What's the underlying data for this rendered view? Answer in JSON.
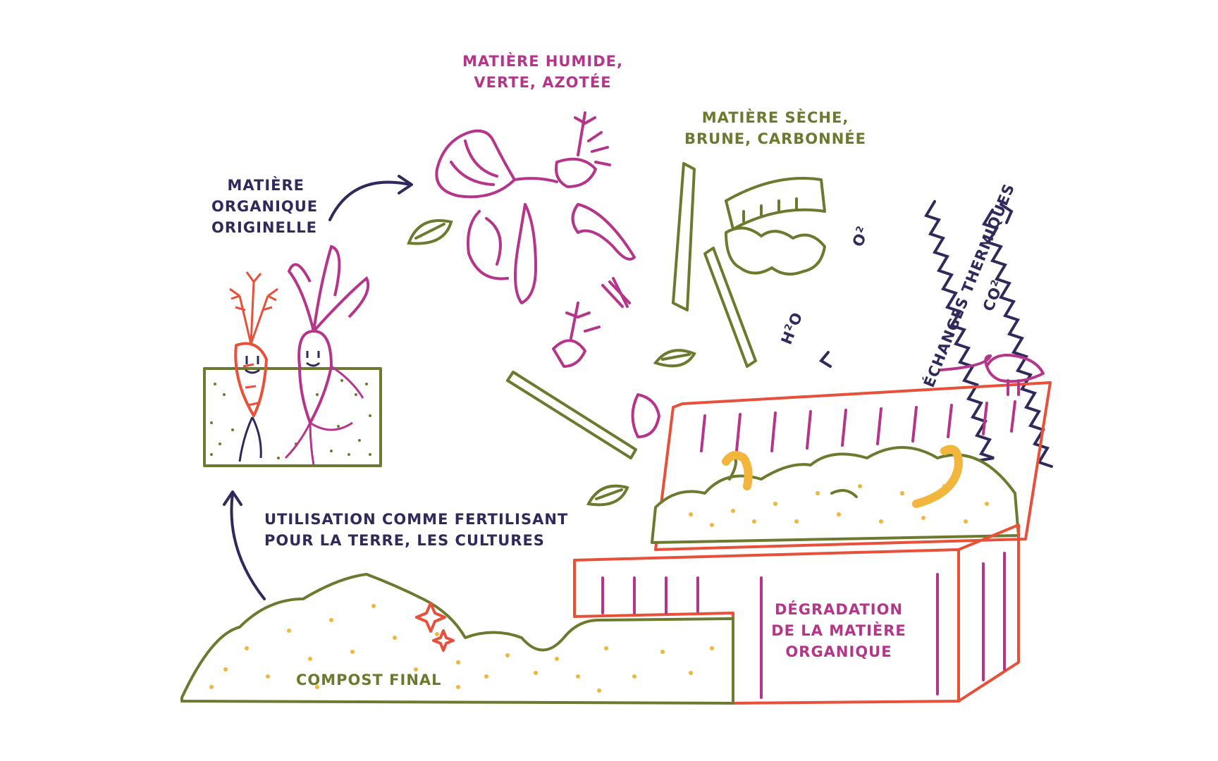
{
  "labels": {
    "original_matter": [
      "MATIÈRE",
      "ORGANIQUE",
      "ORIGINELLE"
    ],
    "wet_matter": [
      "MATIÈRE HUMIDE,",
      "VERTE, AZOTÉE"
    ],
    "dry_matter": [
      "MATIÈRE SÈCHE,",
      "BRUNE, CARBONNÉE"
    ],
    "fertilizer_use": [
      "UTILISATION COMME FERTILISANT",
      "POUR LA TERRE, LES CULTURES"
    ],
    "degradation": [
      "DÉGRADATION",
      "DE LA MATIÈRE",
      "ORGANIQUE"
    ],
    "final_compost": "COMPOST FINAL",
    "thermal_exchange": "ÉCHANGES THERMIQUES"
  },
  "chem": {
    "o2": {
      "base": "O",
      "sub": "2"
    },
    "co2": {
      "base": "CO",
      "sub": "2"
    },
    "h2o": {
      "pre": "H",
      "sub": "2",
      "post": "O"
    }
  },
  "colors": {
    "navy": "#2e2a5c",
    "pink": "#b5358a",
    "olive": "#6b7a2e",
    "orange": "#e8503a",
    "yellow": "#f2b63c"
  }
}
